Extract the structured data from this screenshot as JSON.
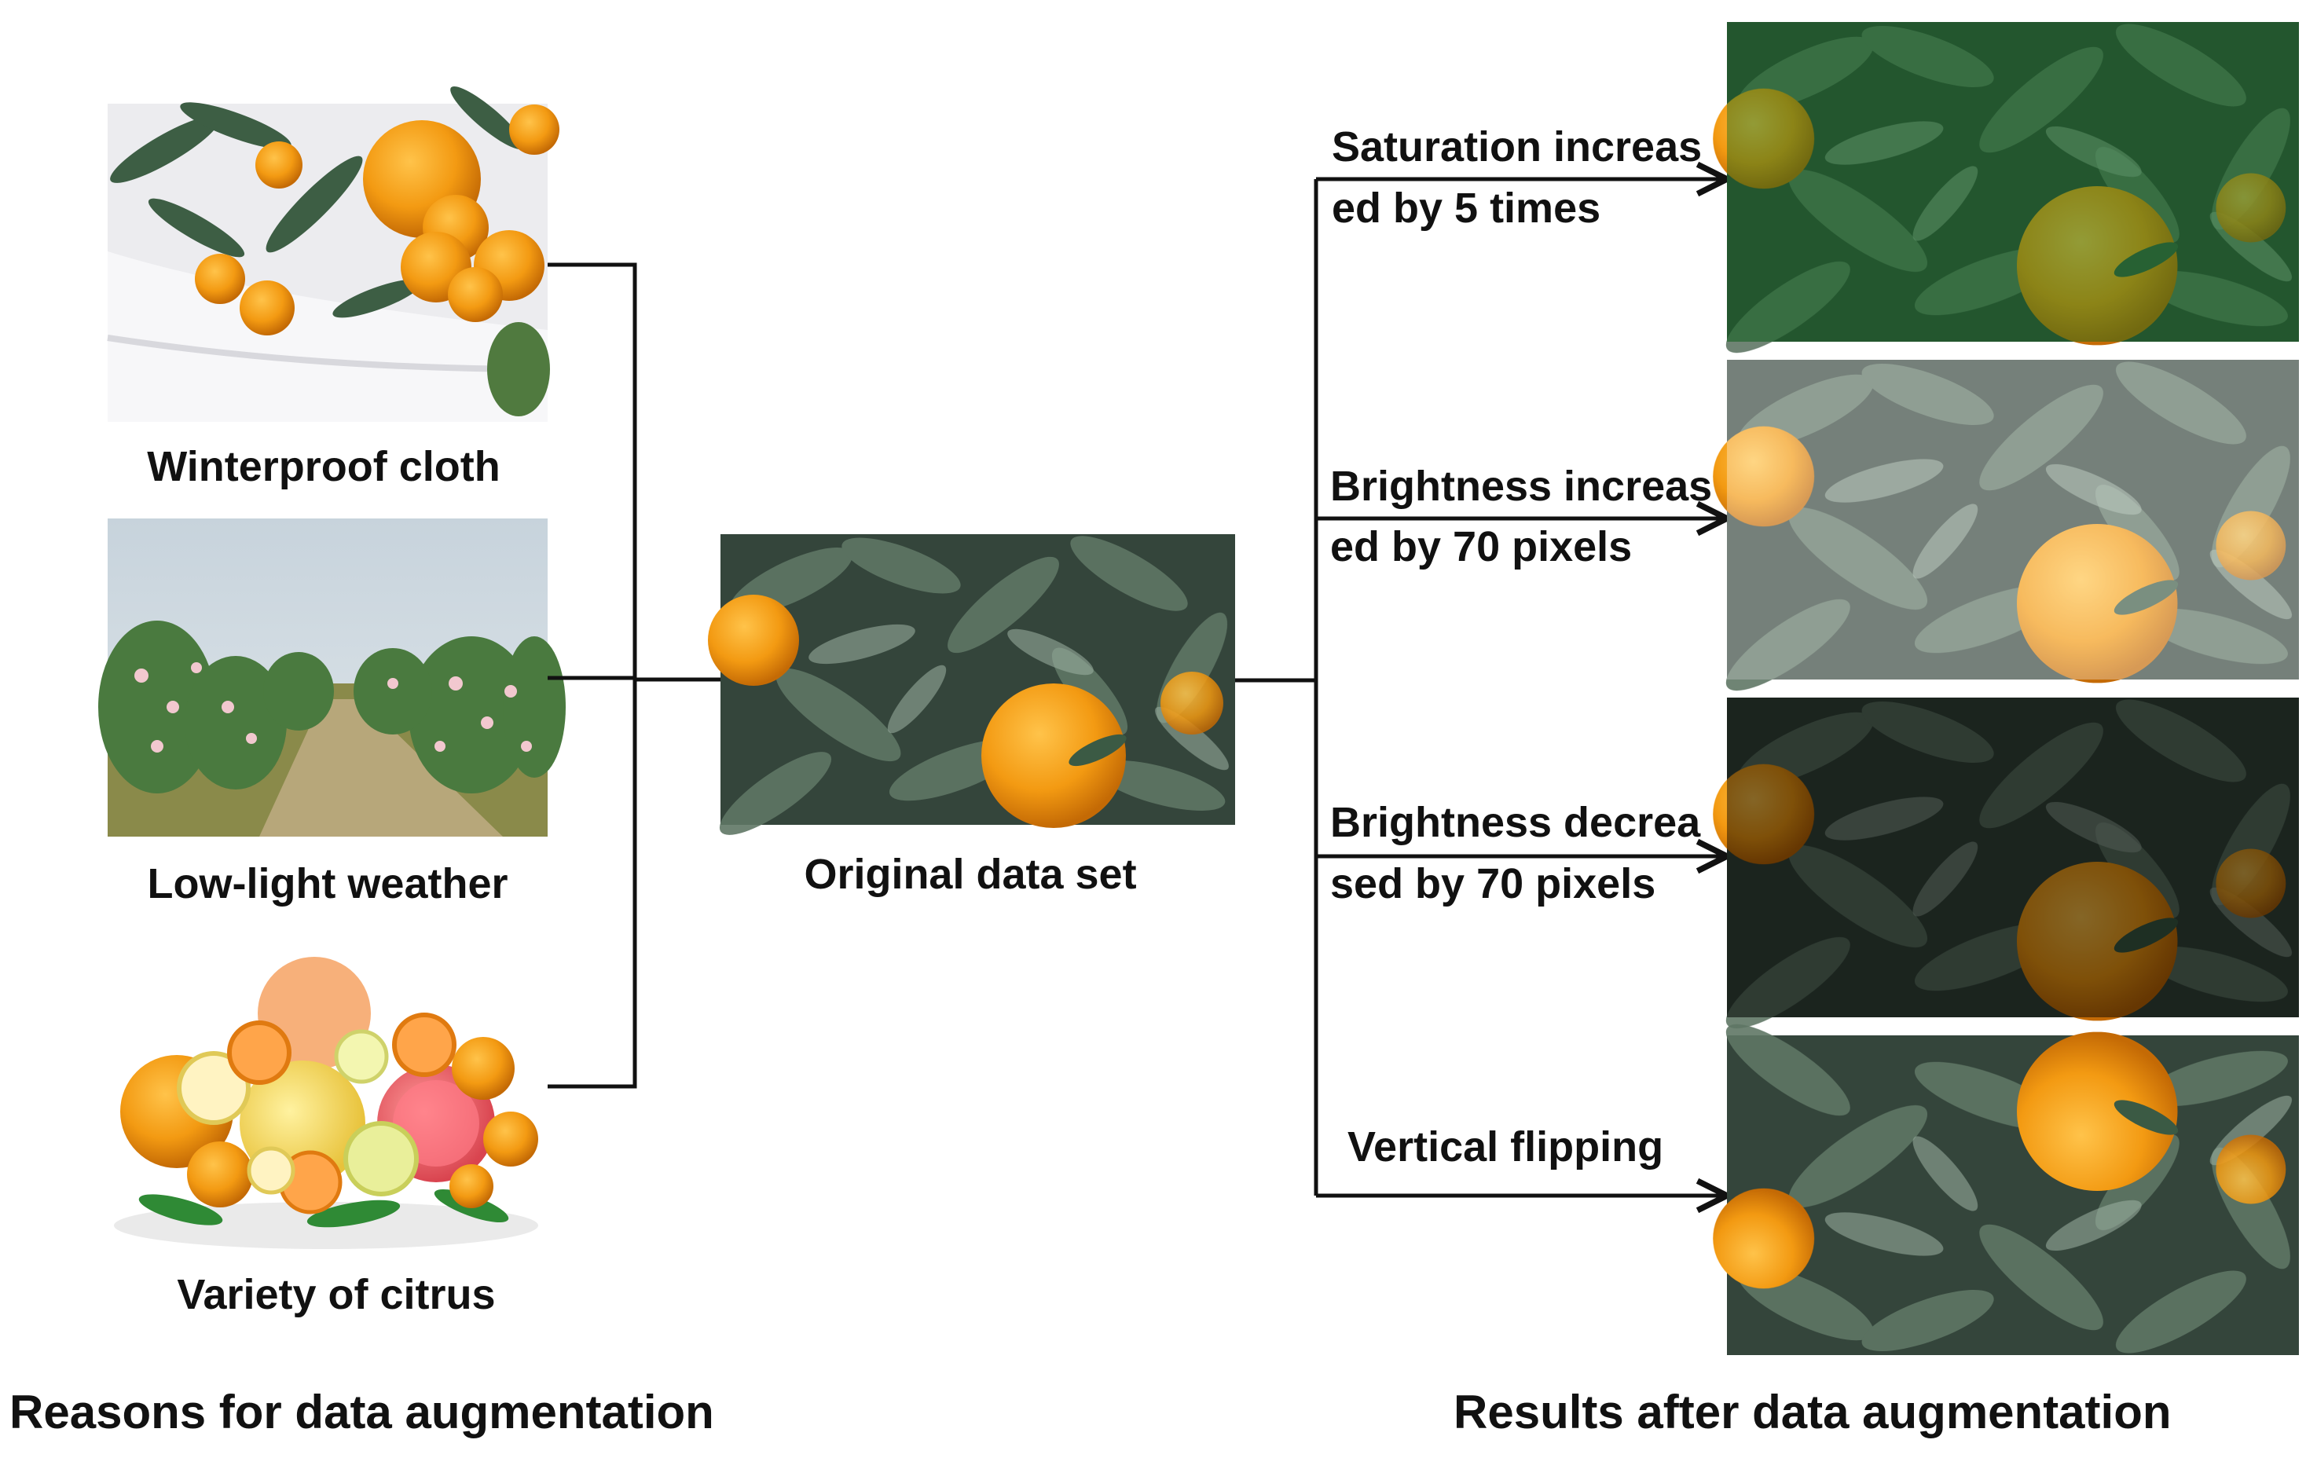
{
  "diagram": {
    "left_section": {
      "title": "Reasons for data augmentation",
      "items": [
        {
          "caption": "Winterproof cloth",
          "image": "orange-tree-with-white-cloth-photo"
        },
        {
          "caption": "Low-light weather",
          "image": "citrus-orchard-overcast-photo"
        },
        {
          "caption": "Variety of citrus",
          "image": "pile-of-citrus-fruits-photo"
        }
      ]
    },
    "center": {
      "caption": "Original data set",
      "image": "orange-among-leaves-photo"
    },
    "right_section": {
      "title": "Results after data augmentation",
      "items": [
        {
          "label_line1": "Saturation increas",
          "label_line2": "ed by 5 times",
          "image": "saturated-orange-photo"
        },
        {
          "label_line1": "Brightness increas",
          "label_line2": "ed by 70 pixels",
          "image": "brightened-orange-photo"
        },
        {
          "label_line1": "Brightness decrea",
          "label_line2": "sed by 70 pixels",
          "image": "darkened-orange-photo"
        },
        {
          "label_line1": "Vertical flipping",
          "label_line2": "",
          "image": "flipped-orange-photo"
        }
      ]
    },
    "colors": {
      "orange": "#f5a21b",
      "leaf_dark": "#2f4a36",
      "leaf_green": "#1f7a2e",
      "line": "#111111"
    }
  }
}
